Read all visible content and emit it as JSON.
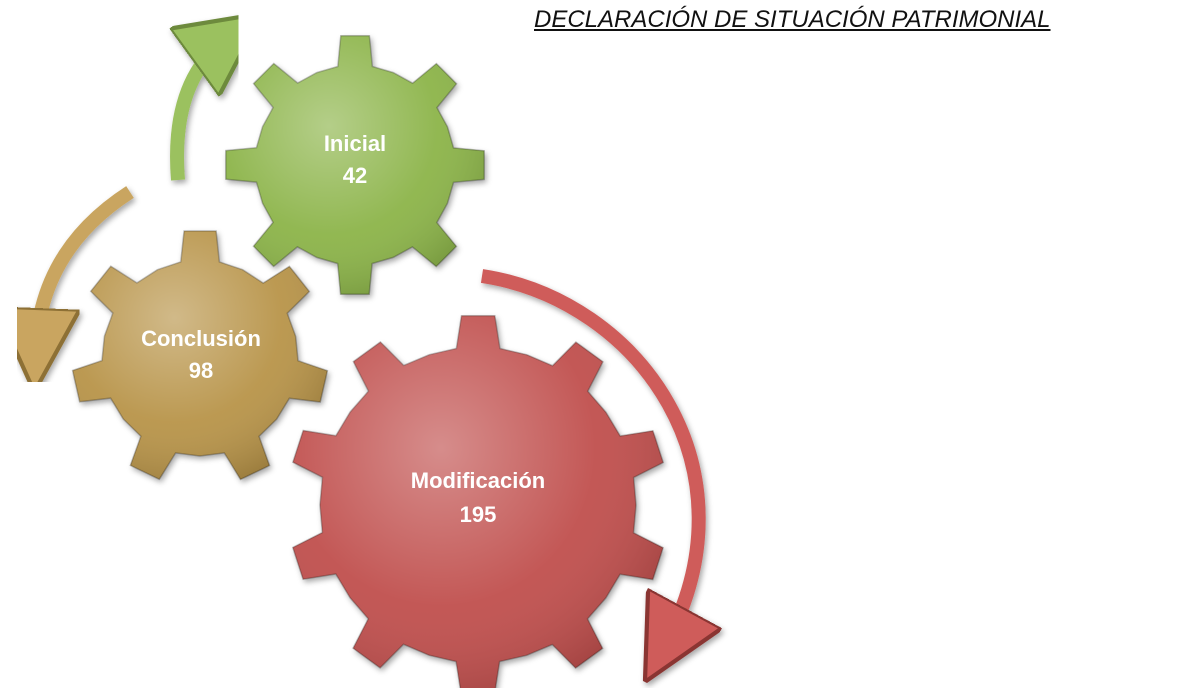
{
  "title": "DECLARACIÓN DE SITUACIÓN PATRIMONIAL",
  "gears": [
    {
      "key": "inicial",
      "label": "Inicial",
      "value": "42",
      "color": "#8CB44A"
    },
    {
      "key": "conclusion",
      "label": "Conclusión",
      "value": "98",
      "color": "#B8944A"
    },
    {
      "key": "modificacion",
      "label": "Modificación",
      "value": "195",
      "color": "#C0504D"
    }
  ],
  "arrows": [
    {
      "key": "green",
      "color": "#9BC15E"
    },
    {
      "key": "tan",
      "color": "#C9A560"
    },
    {
      "key": "red",
      "color": "#CF5C5A"
    }
  ]
}
